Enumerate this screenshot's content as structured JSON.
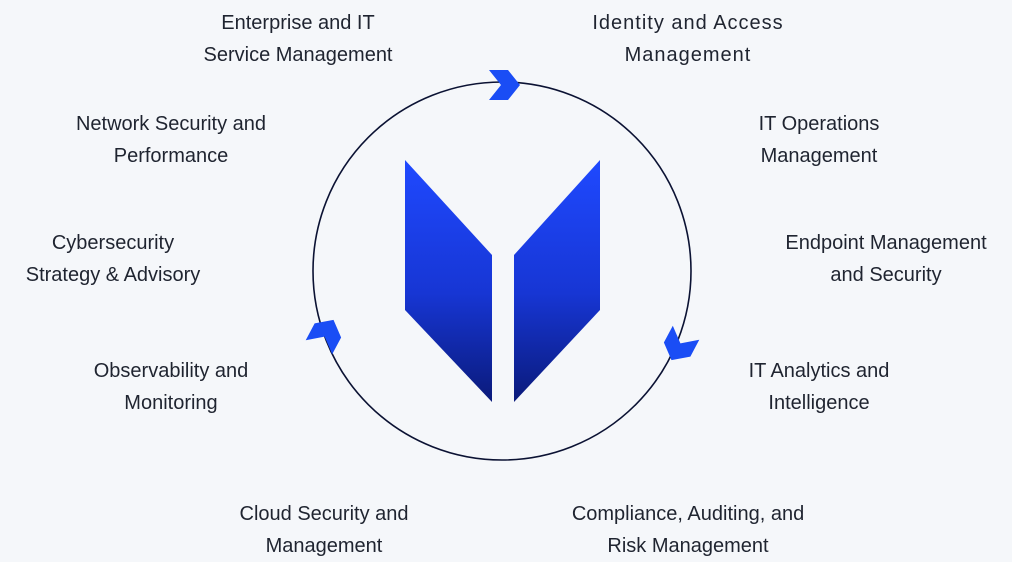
{
  "colors": {
    "background": "#f5f7fa",
    "text": "#1f2430",
    "ring": "#0b1233",
    "arrow": "#1a4df5",
    "shield_top": "#1f49ff",
    "shield_bottom": "#0a1a7a"
  },
  "logo": {
    "icon": "shield-chevron-logo-icon"
  },
  "services": [
    {
      "id": "enterprise-it-service-management",
      "lines": [
        "Enterprise and IT",
        "Service Management"
      ]
    },
    {
      "id": "identity-access-management",
      "lines": [
        "Identity and Access",
        "Management"
      ]
    },
    {
      "id": "network-security-performance",
      "lines": [
        "Network Security and",
        "Performance"
      ]
    },
    {
      "id": "it-operations-management",
      "lines": [
        "IT Operations",
        "Management"
      ]
    },
    {
      "id": "cybersecurity-strategy-advisory",
      "lines": [
        "Cybersecurity",
        "Strategy & Advisory"
      ]
    },
    {
      "id": "endpoint-management-security",
      "lines": [
        "Endpoint Management",
        "and Security"
      ]
    },
    {
      "id": "observability-monitoring",
      "lines": [
        "Observability and",
        "Monitoring"
      ]
    },
    {
      "id": "it-analytics-intelligence",
      "lines": [
        "IT Analytics and",
        "Intelligence"
      ]
    },
    {
      "id": "cloud-security-management",
      "lines": [
        "Cloud Security and",
        "Management"
      ]
    },
    {
      "id": "compliance-auditing-risk",
      "lines": [
        "Compliance, Auditing, and",
        "Risk Management"
      ]
    }
  ],
  "cycle_arrows": [
    "chevron-right-icon",
    "chevron-down-icon",
    "chevron-up-icon"
  ]
}
